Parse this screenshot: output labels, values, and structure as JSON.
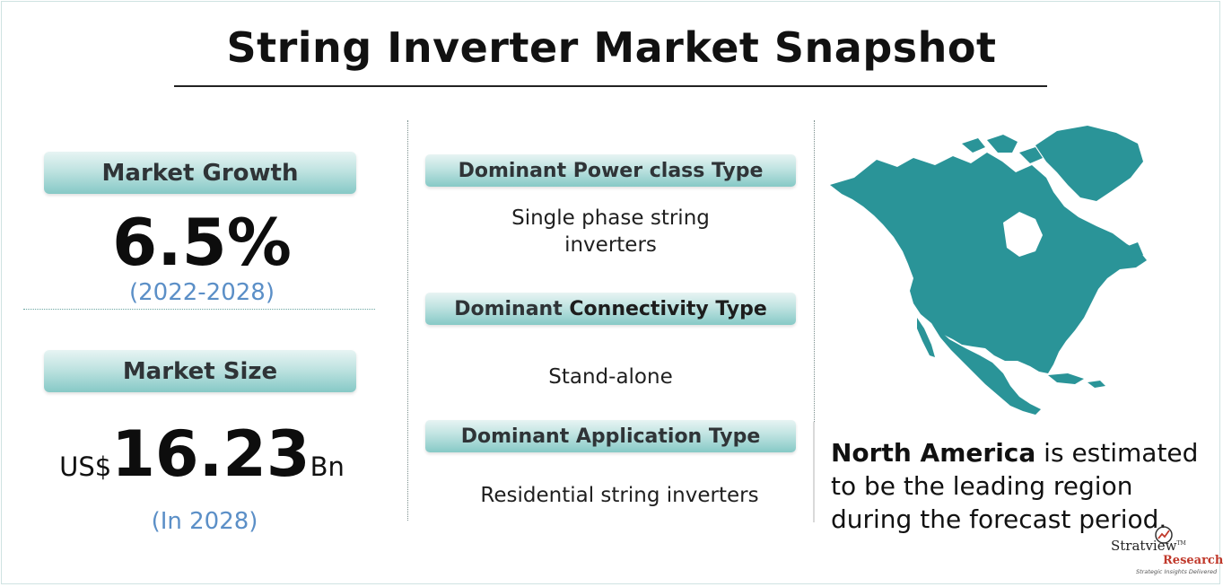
{
  "title": "String Inverter Market Snapshot",
  "market_growth": {
    "label": "Market Growth",
    "value": "6.5%",
    "period": "(2022-2028)"
  },
  "market_size": {
    "label": "Market Size",
    "prefix": "US$",
    "value": "16.23",
    "suffix": "Bn",
    "period": "(In 2028)"
  },
  "segments": [
    {
      "label_lead": "Dominant Power class Type",
      "label_strong": "",
      "value": "Single phase string inverters",
      "value_line1": "Single phase string",
      "value_line2": "inverters"
    },
    {
      "label_lead": "Dominant ",
      "label_strong": "Connectivity Type",
      "value": "Stand-alone"
    },
    {
      "label_lead": "Dominant Application Type",
      "label_strong": "",
      "value": "Residential string inverters"
    }
  ],
  "region": {
    "name": "North America",
    "text": " is estimated to be the leading region during the forecast period.",
    "map_color": "#2a9498"
  },
  "logo": {
    "name": "Stratview",
    "tm": "TM",
    "sub": "Research",
    "tagline": "Strategic Insights Delivered",
    "accent": "#c0392b"
  },
  "colors": {
    "pill_top": "#e7f4f3",
    "pill_bottom": "#86c9c6",
    "period_blue": "#5b8fc7"
  }
}
